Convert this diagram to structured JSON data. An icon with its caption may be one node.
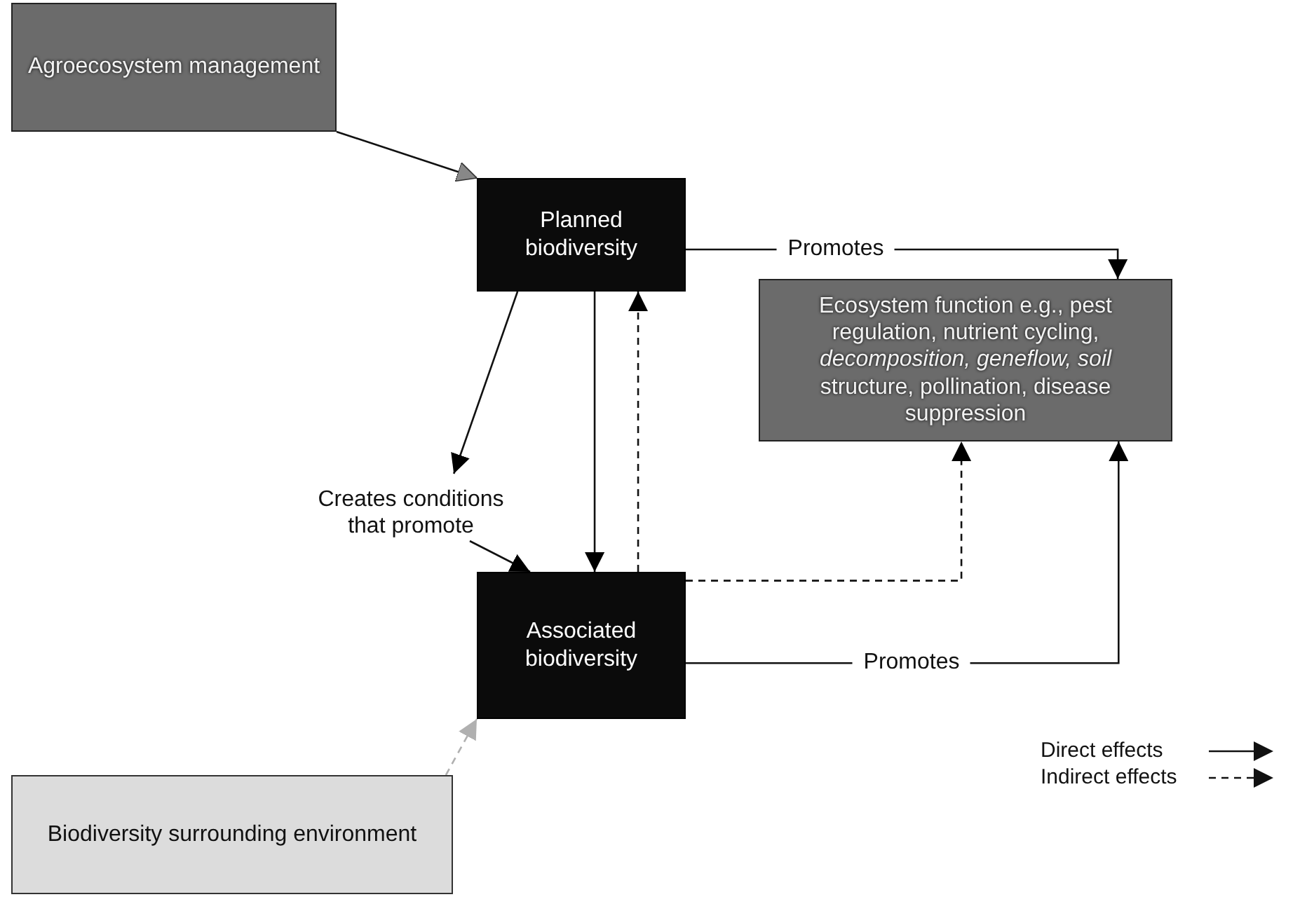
{
  "diagram": {
    "nodes": [
      {
        "text": [
          "Agroecosystem management"
        ]
      },
      {
        "text": [
          "Planned biodiversity"
        ]
      },
      {
        "text": [
          "Ecosystem function e.g., pest regulation, nutrient cycling, *decomposition, geneflow, soil* structure, pollination, disease suppression"
        ]
      },
      {
        "text": [
          "Creates conditions that promote"
        ]
      },
      {
        "text": [
          "Associated biodiversity"
        ]
      },
      {
        "text": [
          "Biodiversity surrounding environment"
        ]
      }
    ],
    "edges": [
      {
        "from": 0,
        "to": 1,
        "arrow": "to"
      },
      {
        "from": 1,
        "to": 2,
        "arrow": "to",
        "label": "Promotes"
      },
      {
        "from": 1,
        "to": 3,
        "arrow": "to"
      },
      {
        "from": 3,
        "to": 4,
        "arrow": "to"
      },
      {
        "from": 1,
        "to": 4,
        "arrow": "to"
      },
      {
        "from": 4,
        "to": 1,
        "arrow": "to",
        "style": "dashed"
      },
      {
        "from": 4,
        "to": 2,
        "arrow": "to",
        "style": "dashed"
      },
      {
        "from": 4,
        "to": 2,
        "arrow": "to",
        "label": "Promotes"
      },
      {
        "from": 5,
        "to": 4,
        "arrow": "to",
        "style": "dashed",
        "color": "#b0b0b0"
      }
    ],
    "legend": [
      {
        "text": "Direct effects"
      },
      {
        "text": "Indirect effects"
      }
    ]
  }
}
